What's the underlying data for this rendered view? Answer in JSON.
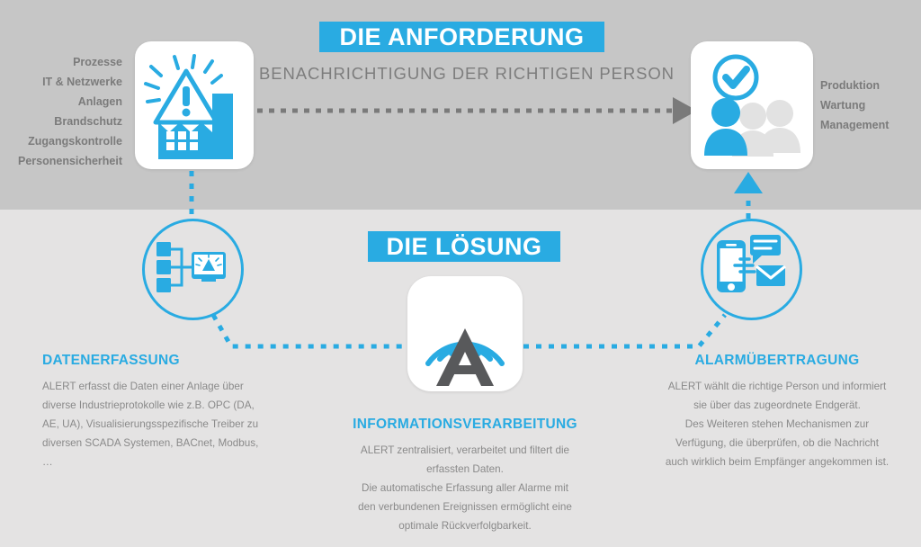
{
  "palette": {
    "blue": "#29abe2",
    "band_top": "#c6c6c6",
    "band_bottom": "#e4e3e3",
    "text_gray": "#7b7b7b",
    "body_gray": "#8a8a8a",
    "arrow_gray": "#7a7a7a",
    "card_white": "#ffffff",
    "logo_gray": "#58595b",
    "silhouette_gray": "#e2e2e2"
  },
  "requirement": {
    "banner": "DIE ANFORDERUNG",
    "subtitle": "BENACHRICHTIGUNG DER RICHTIGEN PERSON",
    "left_keywords": [
      "Prozesse",
      "IT & Netzwerke",
      "Anlagen",
      "Brandschutz",
      "Zugangskontrolle",
      "Personensicherheit"
    ],
    "right_keywords": [
      "Produktion",
      "Wartung",
      "Management"
    ]
  },
  "solution": {
    "banner": "DIE LÖSUNG",
    "blocks": [
      {
        "id": "datenerfassung",
        "title": "DATENERFASSUNG",
        "lines": [
          "ALERT erfasst die Daten einer Anlage über",
          "diverse Industrieprotokolle wie z.B. OPC (DA,",
          "AE, UA), Visualisierungsspezifische Treiber zu",
          "diversen SCADA Systemen, BACnet, Modbus, …"
        ]
      },
      {
        "id": "informationsverarbeitung",
        "title": "INFORMATIONSVERARBEITUNG",
        "lines": [
          "ALERT zentralisiert, verarbeitet und filtert die",
          "erfassten Daten.",
          "Die automatische Erfassung aller Alarme mit",
          "den verbundenen Ereignissen ermöglicht eine",
          "optimale Rückverfolgbarkeit."
        ]
      },
      {
        "id": "alarmuebertragung",
        "title": "ALARMÜBERTRAGUNG",
        "lines": [
          "ALERT wählt die richtige Person und informiert",
          "sie über das zugeordnete Endgerät.",
          "Des Weiteren stehen Mechanismen zur",
          "Verfügung, die überprüfen, ob die Nachricht",
          "auch wirklich beim Empfänger angekommen ist."
        ]
      }
    ]
  },
  "icons": {
    "source_card": "factory-alert-icon",
    "person_card": "verified-person-group-icon",
    "logo_card": "alert-antenna-logo-icon",
    "left_circle": "network-nodes-monitor-alert-icon",
    "right_circle": "smartphone-message-email-icon",
    "horizontal_arrow": "dashed-arrow-right-icon",
    "up_arrow": "dashed-arrow-up-icon",
    "connector_left": "dotted-connector-left",
    "connector_right": "dotted-connector-right",
    "connector_vertical": "dotted-connector-vertical"
  }
}
